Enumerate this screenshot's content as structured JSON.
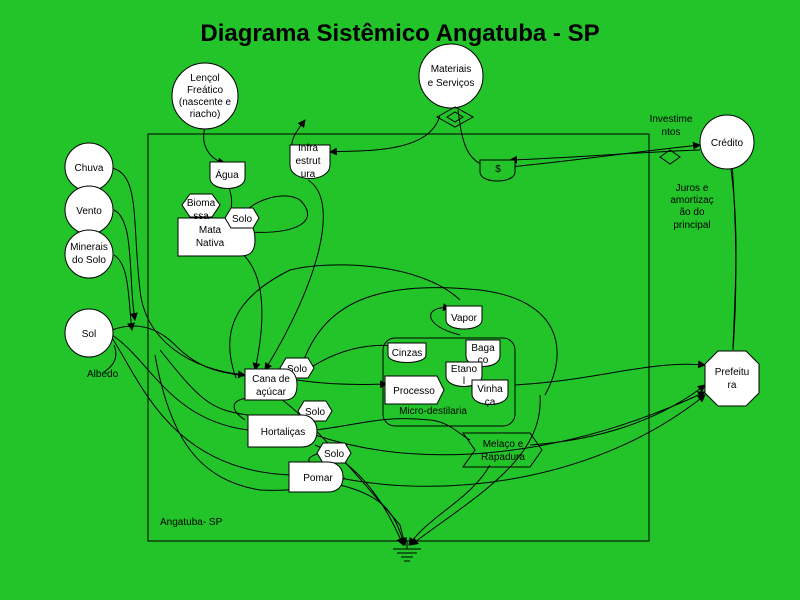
{
  "title": "Diagrama Sistêmico Angatuba - SP",
  "system_label": "Angatuba- SP",
  "sources": {
    "lencol": [
      "Lençol",
      "Freático",
      "(nascente e",
      "riacho)"
    ],
    "materiais": [
      "Materiais",
      "e Serviços"
    ],
    "chuva": "Chuva",
    "vento": "Vento",
    "minerais": [
      "Minerais",
      "do Solo"
    ],
    "sol": "Sol",
    "credito": "Crédito"
  },
  "labels": {
    "albedo": "Albedo",
    "investimentos": [
      "Investime",
      "ntos"
    ],
    "juros": [
      "Juros e",
      "amortizaç",
      "ão do",
      "principal"
    ],
    "money": "$",
    "micro": "Micro-destilaria"
  },
  "nodes": {
    "agua": "Água",
    "biomassa": [
      "Bioma",
      "ssa"
    ],
    "solo_mata": "Solo",
    "mata": [
      "Mata",
      "Nativa"
    ],
    "infra": [
      "Infra",
      "estrut",
      "ura"
    ],
    "vapor": "Vapor",
    "cinzas": "Cinzas",
    "bagaco": [
      "Baga",
      "ço"
    ],
    "etanol": [
      "Etano",
      "l"
    ],
    "vinhaca": [
      "Vinha",
      "ça"
    ],
    "processo": "Processo",
    "solo_cana": "Solo",
    "cana": [
      "Cana de",
      "açúcar"
    ],
    "solo_hort": "Solo",
    "hortalicas": "Hortaliças",
    "solo_pomar": "Solo",
    "pomar": "Pomar",
    "melaco": [
      "Melaço e",
      "Rapadura"
    ],
    "prefeitura": [
      "Prefeitu",
      "ra"
    ]
  }
}
